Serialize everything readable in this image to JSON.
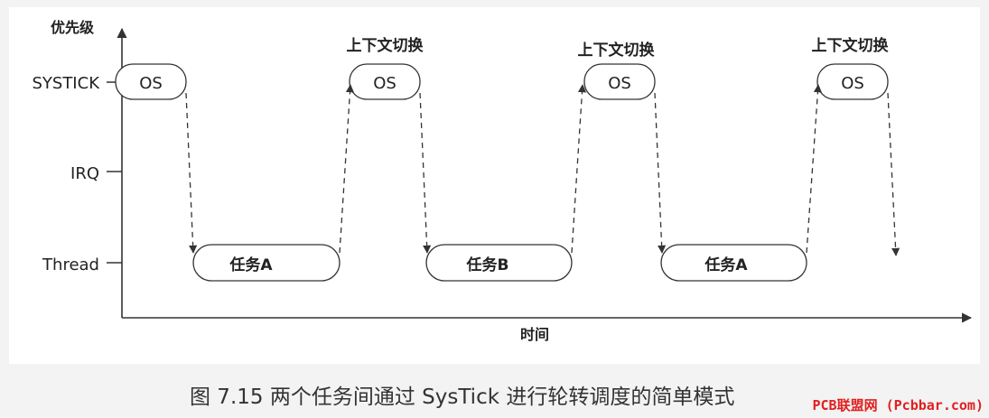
{
  "axes": {
    "y_title": "优先级",
    "x_title": "时间",
    "levels": [
      "SYSTICK",
      "IRQ",
      "Thread"
    ]
  },
  "os_blocks": [
    {
      "label": "OS"
    },
    {
      "label": "OS",
      "note": "上下文切换"
    },
    {
      "label": "OS",
      "note": "上下文切换"
    },
    {
      "label": "OS",
      "note": "上下文切换"
    }
  ],
  "tasks": [
    {
      "label": "任务A"
    },
    {
      "label": "任务B"
    },
    {
      "label": "任务A"
    }
  ],
  "caption": "图 7.15   两个任务间通过 SysTick 进行轮转调度的简单模式",
  "watermark": "PCB联盟网 (Pcbbar.com)",
  "colors": {
    "line": "#333333",
    "box_fill": "#ffffff",
    "watermark": "#e02020"
  }
}
